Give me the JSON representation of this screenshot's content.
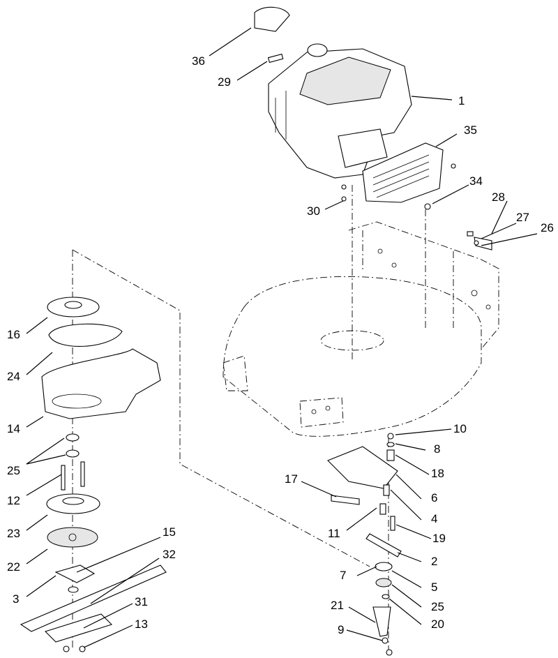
{
  "diagram": {
    "callouts": [
      "1",
      "2",
      "3",
      "4",
      "5",
      "6",
      "7",
      "8",
      "9",
      "10",
      "11",
      "12",
      "13",
      "14",
      "15",
      "16",
      "17",
      "18",
      "19",
      "20",
      "21",
      "22",
      "23",
      "24",
      "25",
      "25",
      "26",
      "27",
      "28",
      "29",
      "30",
      "31",
      "32",
      "34",
      "35",
      "36"
    ]
  }
}
